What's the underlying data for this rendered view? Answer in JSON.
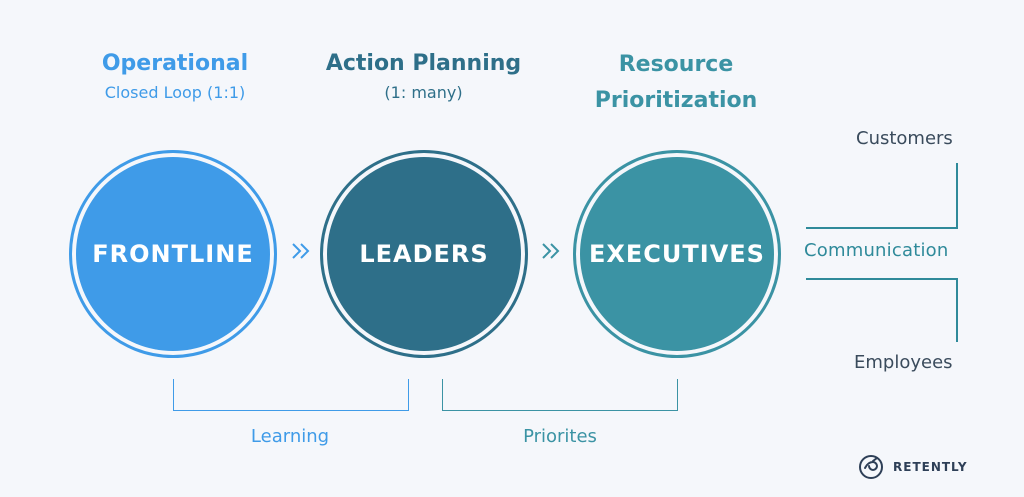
{
  "stages": [
    {
      "title": "Operational",
      "subtitle": "Closed Loop (1:1)",
      "circle_label": "FRONTLINE"
    },
    {
      "title": "Action Planning",
      "subtitle": "(1: many)",
      "circle_label": "LEADERS"
    },
    {
      "title": "Resource Prioritization",
      "subtitle": "",
      "circle_label": "EXECUTIVES"
    }
  ],
  "brackets": [
    {
      "label": "Learning"
    },
    {
      "label": "Priorites"
    }
  ],
  "communication": {
    "top_label": "Customers",
    "middle_label": "Communication",
    "bottom_label": "Employees"
  },
  "brand": {
    "name": "RETENTLY"
  },
  "colors": {
    "frontline": "#3f9be8",
    "leaders": "#2e6f89",
    "executives": "#3b93a4",
    "dark_text": "#3a4b5c",
    "blue_text": "#3f9be8",
    "teal_text": "#2f8a9a"
  }
}
